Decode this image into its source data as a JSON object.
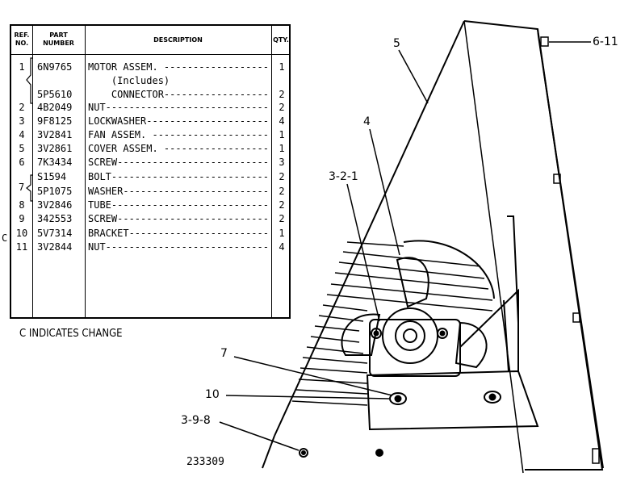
{
  "table": {
    "headers": {
      "ref": "REF.\nNO.",
      "part": "PART\nNUMBER",
      "desc": "DESCRIPTION",
      "qty": "QTY."
    },
    "rows": [
      {
        "ref": "1",
        "part": "6N9765",
        "desc": "MOTOR ASSEM. ---------------------------",
        "qty": "1"
      },
      {
        "ref": "",
        "part": "",
        "desc": "    (Includes)",
        "qty": ""
      },
      {
        "ref": "",
        "part": "5P5610",
        "desc": "    CONNECTOR---------------------------",
        "qty": "2"
      },
      {
        "ref": "2",
        "part": "4B2049",
        "desc": "NUT-------------------------------------",
        "qty": "2"
      },
      {
        "ref": "3",
        "part": "9F8125",
        "desc": "LOCKWASHER------------------------------",
        "qty": "4"
      },
      {
        "ref": "4",
        "part": "3V2841",
        "desc": "FAN ASSEM. ------------------------------",
        "qty": "1"
      },
      {
        "ref": "5",
        "part": "3V2861",
        "desc": "COVER ASSEM. ----------------------------",
        "qty": "1"
      },
      {
        "ref": "6",
        "part": "7K3434",
        "desc": "SCREW-----------------------------------",
        "qty": "3"
      },
      {
        "ref": "",
        "part": "S1594",
        "desc": "BOLT------------------------------------",
        "qty": "2"
      },
      {
        "ref": "",
        "part": "5P1075",
        "desc": "WASHER----------------------------------",
        "qty": "2"
      },
      {
        "ref": "8",
        "part": "3V2846",
        "desc": "TUBE------------------------------------",
        "qty": "2"
      },
      {
        "ref": "9",
        "part": "342553",
        "desc": "SCREW-----------------------------------",
        "qty": "2"
      },
      {
        "ref": "10",
        "part": "5V7314",
        "desc": "BRACKET---------------------------------",
        "qty": "1"
      },
      {
        "ref": "11",
        "part": "3V2844",
        "desc": "NUT-------------------------------------",
        "qty": "4"
      }
    ],
    "bracket_ref_7": "7",
    "change_marker": "C"
  },
  "change_note": "C INDICATES CHANGE",
  "callouts": {
    "c5": "5",
    "c611": "6-11",
    "c4": "4",
    "c321": "3-2-1",
    "c7": "7",
    "c10": "10",
    "c398": "3-9-8"
  },
  "drawing_number": "233309"
}
